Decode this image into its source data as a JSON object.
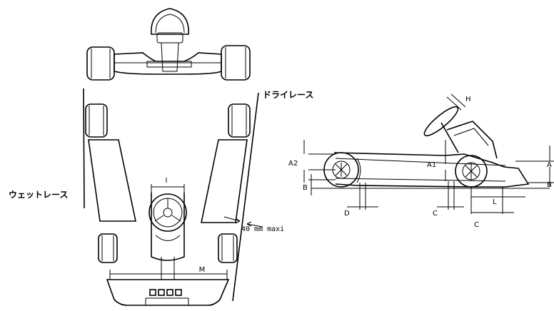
{
  "labels": {
    "dry_race": "ドライレース",
    "wet_race": "ウェットレース",
    "max_note": "40 mm maxi"
  },
  "dimensions": {
    "I": "I",
    "M": "M",
    "H": "H",
    "A": "A",
    "A1": "A1",
    "A2": "A2",
    "B_left": "B",
    "B_right": "B",
    "C_mid": "C",
    "C_right": "C",
    "D": "D",
    "L": "L"
  }
}
